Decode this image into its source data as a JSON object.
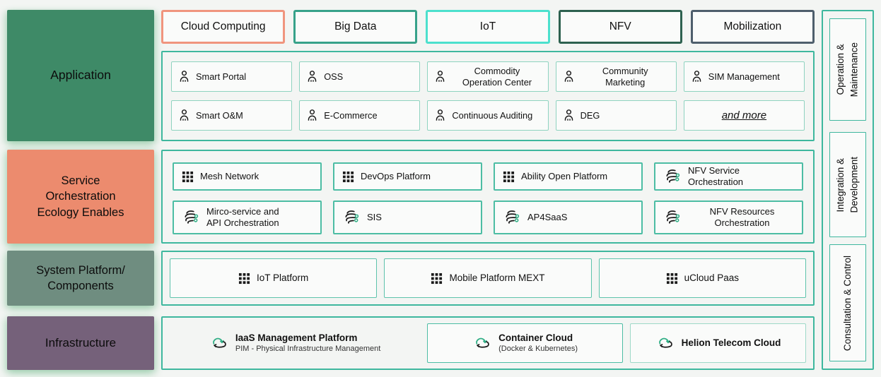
{
  "colors": {
    "background": "#f3f5f3",
    "container_border": "#3eb79e",
    "item_border_light": "#8fd3c0",
    "item_border_medium": "#4cbda4",
    "icon_green": "#2fae85",
    "box_fill": "#fafbfa"
  },
  "left_column": {
    "items": [
      {
        "label": "Application",
        "color": "#3e8a67"
      },
      {
        "label": "Service\nOrchestration\nEcology Enables",
        "color": "#ec8b6e"
      },
      {
        "label": "System Platform/\nComponents",
        "color": "#6f8d80"
      },
      {
        "label": "Infrastructure",
        "color": "#75617a"
      }
    ]
  },
  "categories": {
    "items": [
      {
        "label": "Cloud Computing",
        "border_color": "#f0957e"
      },
      {
        "label": "Big Data",
        "border_color": "#37a28a"
      },
      {
        "label": "IoT",
        "border_color": "#4ce0cd"
      },
      {
        "label": "NFV",
        "border_color": "#2d614f"
      },
      {
        "label": "Mobilization",
        "border_color": "#4e5e6c"
      }
    ]
  },
  "application": {
    "items": [
      {
        "label": "Smart Portal",
        "icon": "person"
      },
      {
        "label": "OSS",
        "icon": "person"
      },
      {
        "label": "Commodity\nOperation Center",
        "icon": "person"
      },
      {
        "label": "Community\nMarketing",
        "icon": "person"
      },
      {
        "label": "SIM Management",
        "icon": "person"
      },
      {
        "label": "Smart O&M",
        "icon": "person"
      },
      {
        "label": "E-Commerce",
        "icon": "person"
      },
      {
        "label": "Continuous Auditing",
        "icon": "person"
      },
      {
        "label": "DEG",
        "icon": "person"
      },
      {
        "label": "and more",
        "icon": "none"
      }
    ]
  },
  "service_orchestration": {
    "items": [
      {
        "label": "Mesh Network",
        "icon": "grid"
      },
      {
        "label": "DevOps Platform",
        "icon": "grid"
      },
      {
        "label": "Ability Open Platform",
        "icon": "grid"
      },
      {
        "label": "NFV Service\nOrchestration",
        "icon": "mesh"
      },
      {
        "label": "Mirco-service and\nAPI Orchestration",
        "icon": "mesh"
      },
      {
        "label": "SIS",
        "icon": "mesh"
      },
      {
        "label": "AP4SaaS",
        "icon": "mesh"
      },
      {
        "label": "NFV Resources\nOrchestration",
        "icon": "mesh"
      }
    ]
  },
  "system_platform": {
    "items": [
      {
        "label": "IoT Platform",
        "icon": "grid"
      },
      {
        "label": "Mobile Platform MEXT",
        "icon": "grid"
      },
      {
        "label": "uCloud Paas",
        "icon": "grid"
      }
    ]
  },
  "infrastructure": {
    "items": [
      {
        "title": "IaaS Management Platform",
        "subtitle": "PIM - Physical Infrastructure Management",
        "icon": "cloud"
      },
      {
        "title": "Container Cloud",
        "subtitle": "(Docker & Kubernetes)",
        "icon": "cloud"
      },
      {
        "title": "Helion Telecom Cloud",
        "subtitle": "",
        "icon": "cloud"
      }
    ]
  },
  "sidebar": {
    "items": [
      {
        "label": "Operation &\nMaintenance"
      },
      {
        "label": "Integration &\nDevelopment"
      },
      {
        "label": "Consultation & Control"
      }
    ]
  }
}
